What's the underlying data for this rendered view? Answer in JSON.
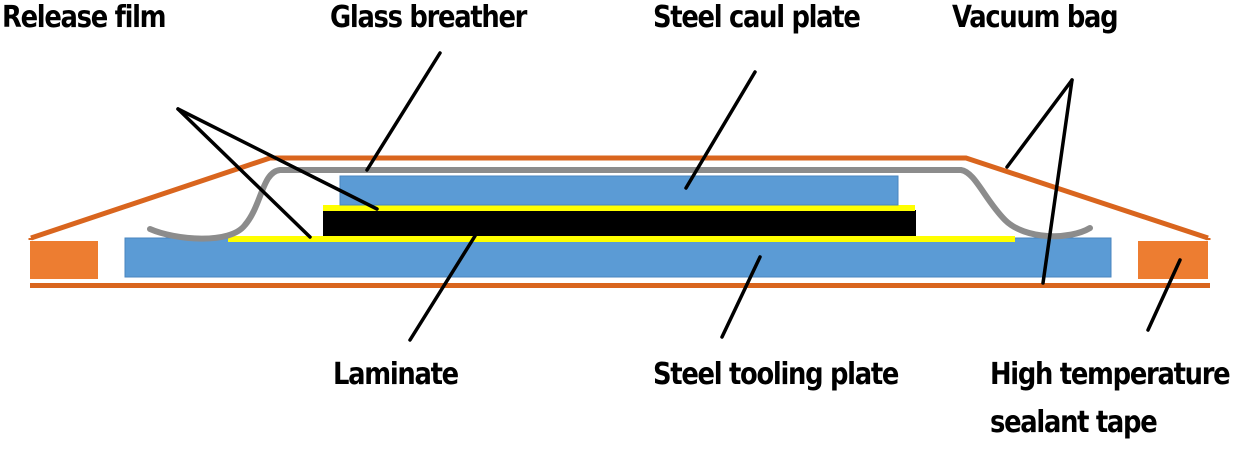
{
  "title": "Vacuum bag layup schematic",
  "labels": {
    "release_film": "Release film",
    "glass_breather": "Glass breather",
    "steel_caul_plate": "Steel caul plate",
    "vacuum_bag": "Vacuum bag",
    "laminate": "Laminate",
    "steel_tooling_plate": "Steel tooling plate",
    "sealant_tape_line1": "High temperature",
    "sealant_tape_line2": "sealant tape"
  },
  "colors": {
    "vacuum_bag": "#D9651E",
    "sealant_tape": "#ED7D31",
    "steel_plate": "#5B9BD5",
    "steel_plate_edge": "#4A86BF",
    "release_film": "#FFFF00",
    "laminate": "#000000",
    "breather": "#8C8C8C",
    "leader": "#000000"
  }
}
